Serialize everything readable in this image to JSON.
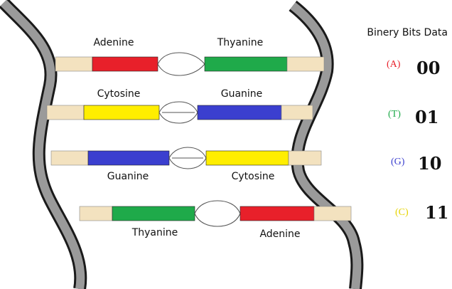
{
  "header": {
    "title": "Binery Bits Data"
  },
  "colors": {
    "adenine": "#e8202a",
    "thyanine": "#1faa4a",
    "guanine": "#3b3fcf",
    "cytosine": "#ffee00",
    "cap": "#f3e2bf",
    "backbone": "#9a9a9a",
    "outline": "#1a1a1a"
  },
  "rungs": [
    {
      "left_label": "Adenine",
      "right_label": "Thyanine",
      "left_base": "adenine",
      "right_base": "thyanine"
    },
    {
      "left_label": "Cytosine",
      "right_label": "Guanine",
      "left_base": "cytosine",
      "right_base": "guanine"
    },
    {
      "left_label": "Guanine",
      "right_label": "Cytosine",
      "left_base": "guanine",
      "right_base": "cytosine"
    },
    {
      "left_label": "Thyanine",
      "right_label": "Adenine",
      "left_base": "thyanine",
      "right_base": "adenine"
    }
  ],
  "legend": [
    {
      "code": "(A)",
      "bits": "00",
      "color": "#e8202a"
    },
    {
      "code": "(T)",
      "bits": "01",
      "color": "#1faa4a"
    },
    {
      "code": "(G)",
      "bits": "10",
      "color": "#3b3fcf"
    },
    {
      "code": "(C)",
      "bits": "11",
      "color": "#e6d400"
    }
  ]
}
